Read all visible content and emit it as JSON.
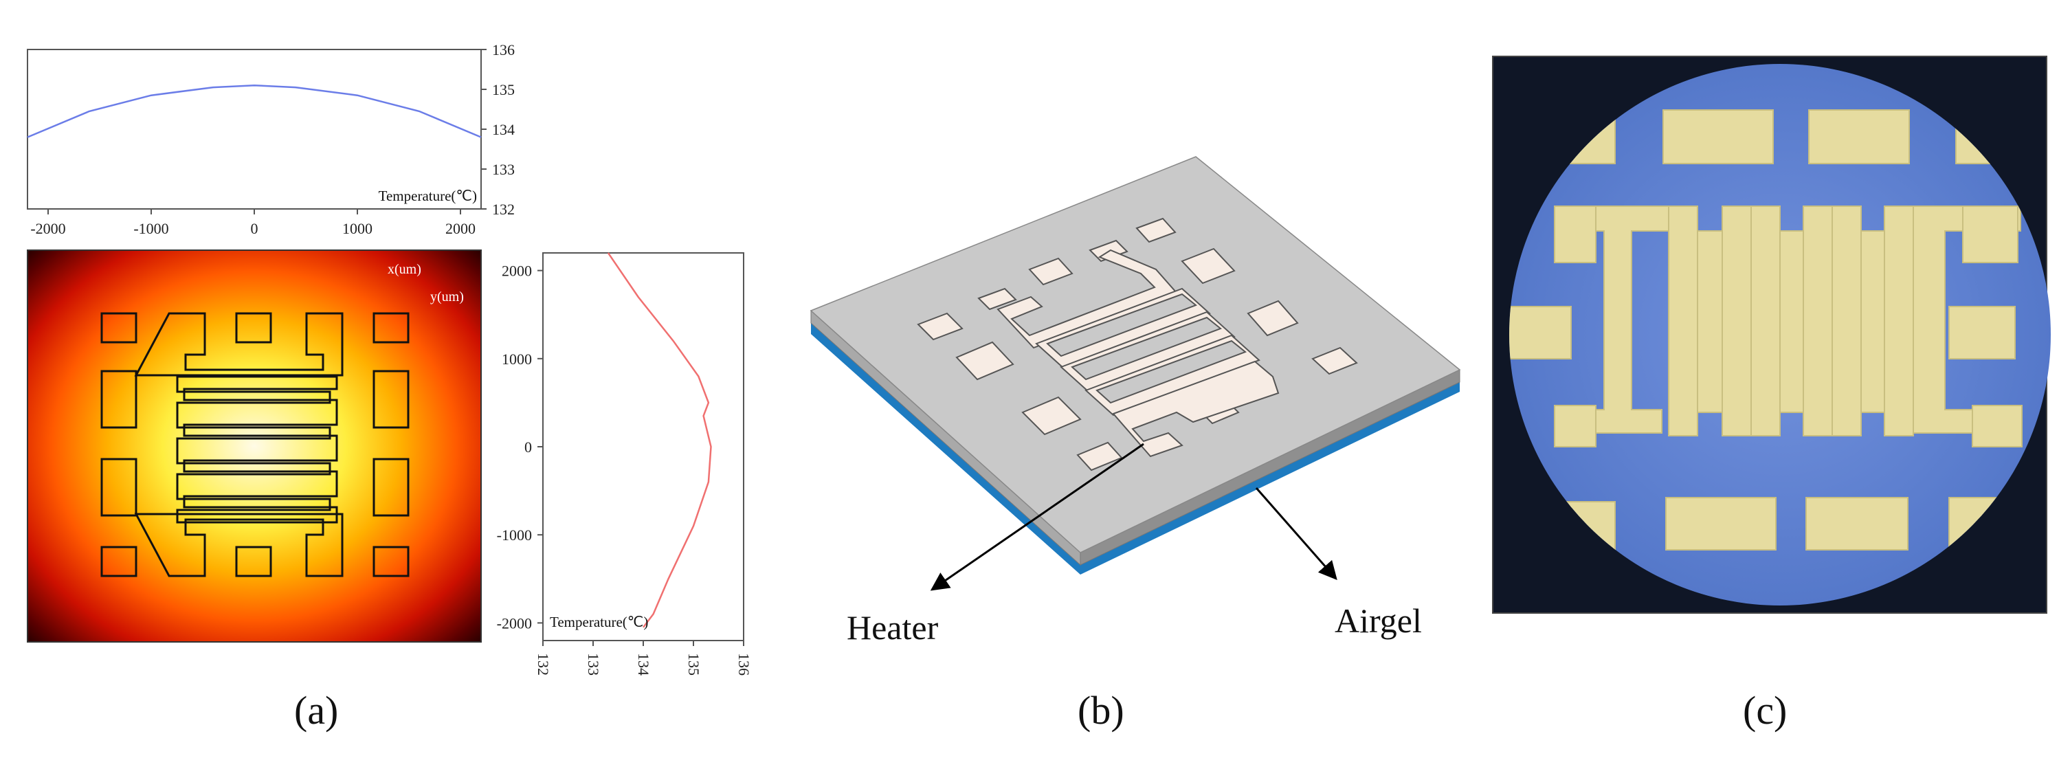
{
  "panel_a": {
    "top_profile": {
      "x_ticks": [
        "-2000",
        "-1000",
        "0",
        "1000",
        "2000"
      ],
      "y_ticks": [
        "136",
        "135",
        "134",
        "133",
        "132"
      ],
      "label": "Temperature(℃)",
      "x_range": [
        -2200,
        2200
      ],
      "y_range": [
        132,
        136
      ],
      "curve_color": "#6b7de8",
      "points": [
        [
          -2200,
          133.8
        ],
        [
          -1600,
          134.45
        ],
        [
          -1000,
          134.85
        ],
        [
          -400,
          135.05
        ],
        [
          0,
          135.1
        ],
        [
          400,
          135.05
        ],
        [
          1000,
          134.85
        ],
        [
          1600,
          134.45
        ],
        [
          2200,
          133.8
        ]
      ]
    },
    "heatmap": {
      "x_axis_label": "x(um)",
      "y_axis_label": "y(um)",
      "colors": [
        "#fffbe6",
        "#ffe400",
        "#ff7a00",
        "#e01000",
        "#7a0000",
        "#1a0000"
      ]
    },
    "side_profile": {
      "y_ticks": [
        "2000",
        "1000",
        "0",
        "-1000",
        "-2000"
      ],
      "x_ticks": [
        "132",
        "133",
        "134",
        "135",
        "136"
      ],
      "label": "Temperature(℃)",
      "y_range": [
        -2200,
        2200
      ],
      "x_range": [
        132,
        136
      ],
      "curve_color": "#f07070",
      "points": [
        [
          133.3,
          2200
        ],
        [
          133.9,
          1700
        ],
        [
          134.6,
          1200
        ],
        [
          135.1,
          800
        ],
        [
          135.3,
          500
        ],
        [
          135.2,
          350
        ],
        [
          135.35,
          0
        ],
        [
          135.3,
          -400
        ],
        [
          135.0,
          -900
        ],
        [
          134.5,
          -1500
        ],
        [
          134.2,
          -1900
        ],
        [
          134.0,
          -2050
        ]
      ]
    },
    "caption": "(a)"
  },
  "panel_b": {
    "heater_label": "Heater",
    "airgel_label": "Airgel",
    "top_color": "#c8c8c8",
    "side_color": "#9a9a9a",
    "base_color": "#1e7bc0",
    "pad_color": "#f7ece4",
    "caption": "(b)"
  },
  "panel_c": {
    "background_color": "#0f1626",
    "field_color": "#5f83d0",
    "pattern_color": "#e6dca0",
    "caption": "(c)"
  }
}
